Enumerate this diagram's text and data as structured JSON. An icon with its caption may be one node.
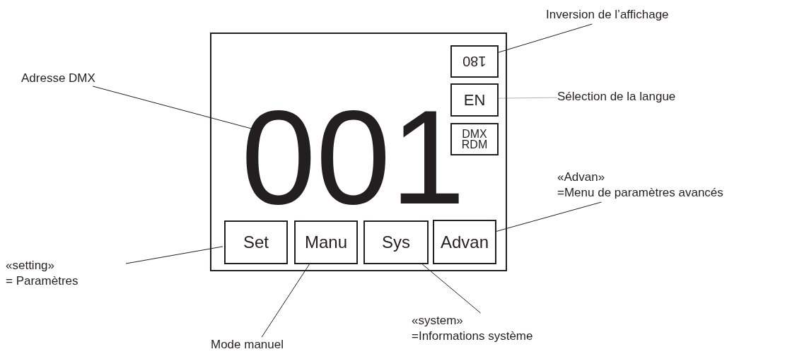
{
  "diagram": {
    "nodes": [
      {
        "text": [
          "Adresse DMX"
        ]
      },
      {
        "text": [
          "Inversion de l’affichage"
        ]
      },
      {
        "text": [],
        "shape": "box"
      },
      {
        "text": [
          "180"
        ],
        "in": 2
      },
      {
        "text": [
          "EN"
        ],
        "in": 2
      },
      {
        "text": [
          "DMX RDM"
        ],
        "in": 2
      },
      {
        "text": [
          "001"
        ],
        "in": 2
      },
      {
        "text": [
          "Sélection de la langue"
        ]
      },
      {
        "text": [
          "«Advan»",
          "=Menu de paramètres avancés"
        ]
      },
      {
        "text": [
          "Set"
        ],
        "in": 2
      },
      {
        "text": [
          "Manu"
        ],
        "in": 2
      },
      {
        "text": [
          "Sys"
        ],
        "in": 2
      },
      {
        "text": [
          "Advan"
        ],
        "in": 2
      },
      {
        "text": [
          "«setting»",
          "= Paramètres"
        ]
      },
      {
        "text": [
          "«system»",
          "=Informations système"
        ]
      },
      {
        "text": [
          "Mode manuel"
        ]
      }
    ],
    "edges": [
      {
        "from": 0,
        "to": 6,
        "arrow": "none"
      },
      {
        "from": 1,
        "to": 3,
        "arrow": "none"
      },
      {
        "from": 7,
        "to": 4,
        "arrow": "none",
        "color": "#b3b3b3"
      },
      {
        "from": 8,
        "to": 12,
        "arrow": "none"
      },
      {
        "from": 13,
        "to": 9,
        "arrow": "none"
      },
      {
        "from": 15,
        "to": 10,
        "arrow": "none"
      },
      {
        "from": 14,
        "to": 11,
        "arrow": "none"
      }
    ]
  }
}
